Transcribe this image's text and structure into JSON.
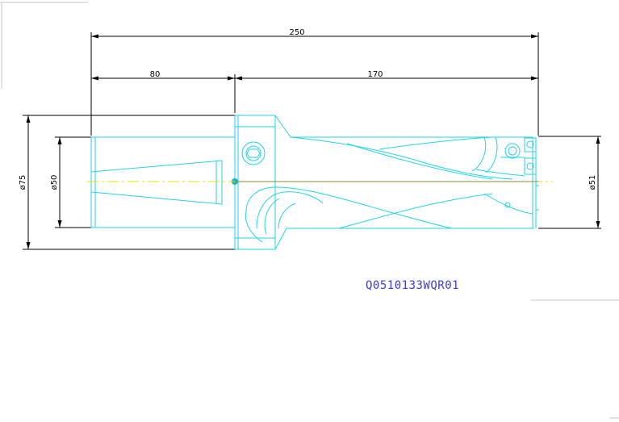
{
  "drawing": {
    "part_code": "Q0510133WQR01",
    "dimensions": {
      "overall_length": "250",
      "shank_length": "80",
      "body_length": "170",
      "flange_diameter": "ø75",
      "shank_diameter": "ø50",
      "drill_diameter": "ø51"
    }
  },
  "colors": {
    "outline": "#22d3e6",
    "dimension": "#000000",
    "centerline": "#e6e600",
    "part_code": "#3a3adc",
    "frame_line": "#c8c8c8"
  }
}
